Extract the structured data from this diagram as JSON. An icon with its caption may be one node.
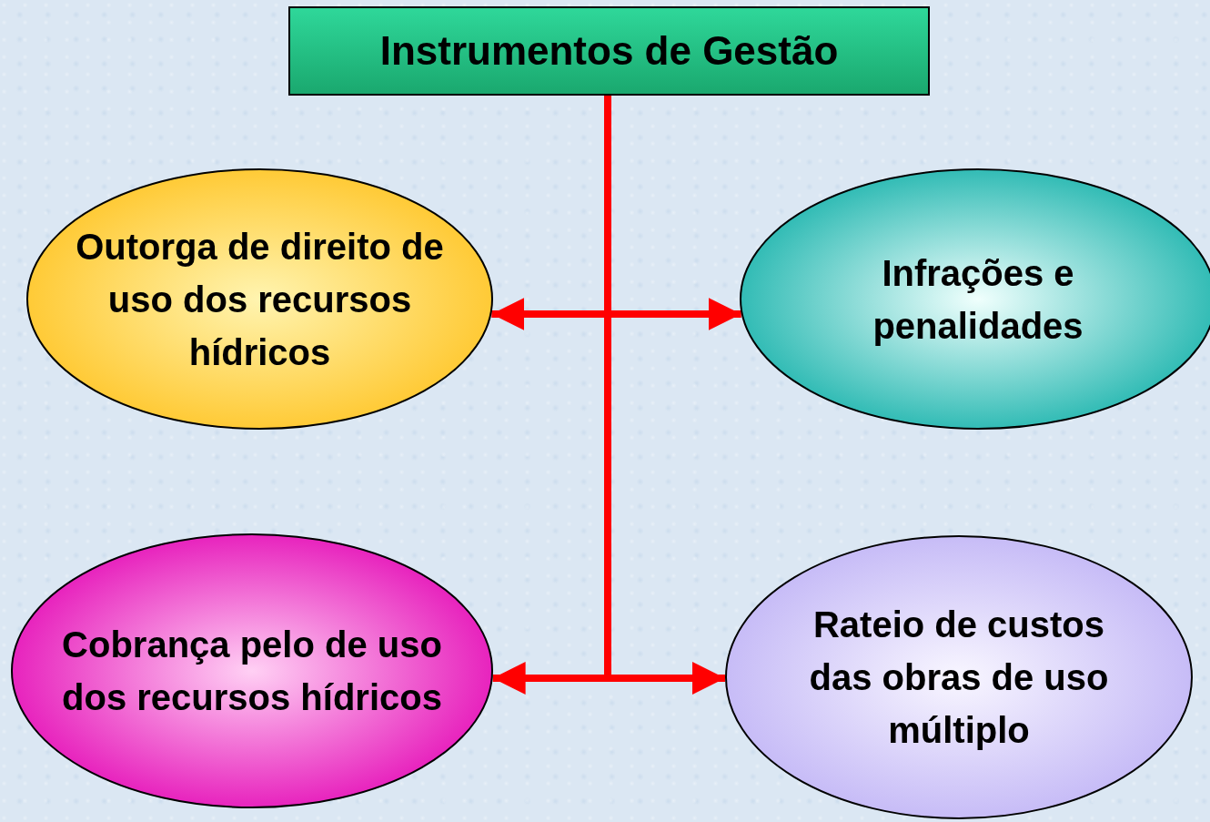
{
  "diagram": {
    "nodes": [
      {
        "text": [
          "Instrumentos de Gestão"
        ]
      },
      {
        "text": [
          "Outorga de direito de uso dos recursos hídricos"
        ]
      },
      {
        "text": [
          "Infrações e penalidades"
        ]
      },
      {
        "text": [
          "Cobrança pelo de uso dos recursos hídricos"
        ]
      },
      {
        "text": [
          "Rateio de custos das obras de uso múltiplo"
        ]
      }
    ],
    "edges": [
      {
        "from": 0,
        "to": 1,
        "arrow": "to"
      },
      {
        "from": 0,
        "to": 2,
        "arrow": "to"
      },
      {
        "from": 0,
        "to": 3,
        "arrow": "to"
      },
      {
        "from": 0,
        "to": 4,
        "arrow": "to"
      }
    ]
  }
}
